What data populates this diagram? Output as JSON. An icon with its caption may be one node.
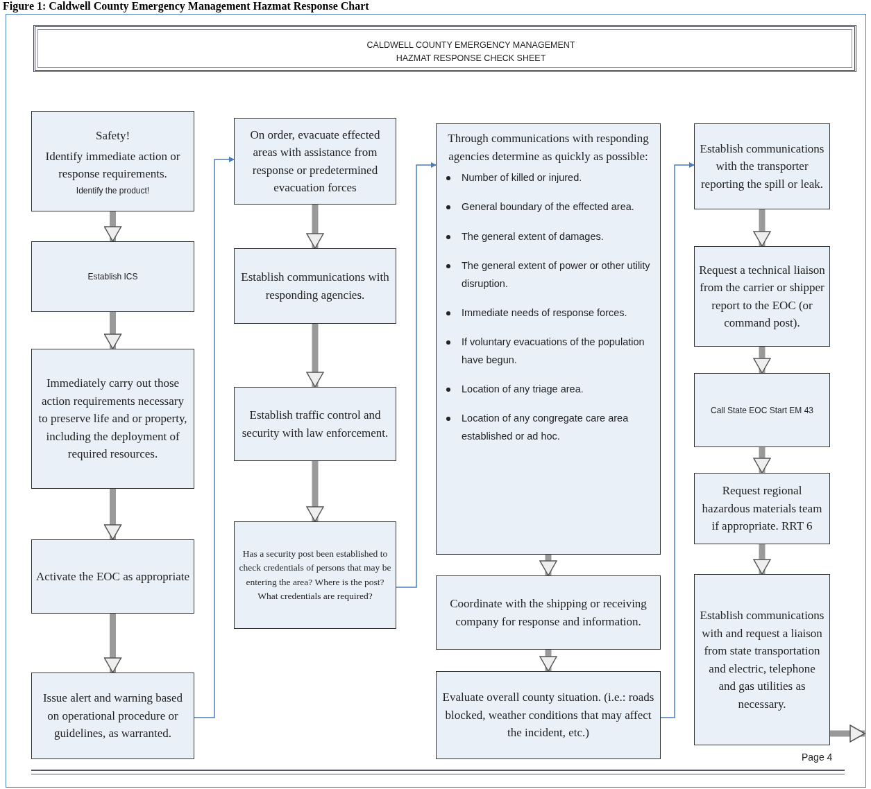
{
  "diagram": {
    "title": "CALDWELL COUNTY EMERGENCY MANAGEMENT HAZMAT RESPONSE CHECK SHEET",
    "caption": "Figure 1: Caldwell County Emergency Management Hazmat Response Chart",
    "nodes": [
      {
        "text": [
          "Safety!",
          "Identify immediate action or response requirements.",
          "Identify the product!"
        ]
      },
      {
        "text": [
          "Establish ICS"
        ]
      },
      {
        "text": [
          "Immediately carry out those action requirements necessary to preserve life and or property, including the deployment of required resources."
        ]
      },
      {
        "text": [
          "Activate the EOC as appropriate"
        ]
      },
      {
        "text": [
          "Issue alert and warning based on operational procedure or guidelines, as warranted."
        ]
      },
      {
        "text": [
          "On order, evacuate effected areas with assistance from response or predetermined evacuation forces"
        ]
      },
      {
        "text": [
          "Establish communications with responding agencies."
        ]
      },
      {
        "text": [
          "Establish traffic control and security with law enforcement."
        ]
      },
      {
        "text": [
          "Has a security post been established to check credentials of persons that may be entering the area? Where is the post? What credentials are required?"
        ]
      },
      {
        "text": [
          "Through communications with responding agencies determine as quickly as possible:",
          "Number of killed or injured.",
          "General boundary of the effected area.",
          "The general extent of damages.",
          "The general extent of power or other utility disruption.",
          "Immediate needs of response forces.",
          "If voluntary evacuations of the population have begun.",
          "Location of any triage area.",
          "Location of any congregate care area established or ad hoc."
        ]
      },
      {
        "text": [
          "Coordinate with the shipping or receiving company for response and information."
        ]
      },
      {
        "text": [
          "Evaluate overall county situation. (i.e.: roads blocked, weather conditions that may affect the incident, etc.)"
        ]
      },
      {
        "text": [
          "Establish communications with the transporter reporting the spill or leak."
        ]
      },
      {
        "text": [
          "Request a technical liaison from the carrier or shipper report to the EOC (or command post)."
        ]
      },
      {
        "text": [
          "Call State EOC Start EM 43"
        ]
      },
      {
        "text": [
          "Request regional hazardous materials team if appropriate. RRT 6"
        ]
      },
      {
        "text": [
          "Establish communications with and request a liaison from state transportation and electric, telephone and gas utilities as necessary."
        ]
      }
    ],
    "edges": [
      {
        "from": 0,
        "to": 1,
        "arrow": "to"
      },
      {
        "from": 1,
        "to": 2,
        "arrow": "to"
      },
      {
        "from": 2,
        "to": 3,
        "arrow": "to"
      },
      {
        "from": 3,
        "to": 4,
        "arrow": "to"
      },
      {
        "from": 4,
        "to": 5,
        "arrow": "to",
        "color": "#4a7ebb"
      },
      {
        "from": 5,
        "to": 6,
        "arrow": "to"
      },
      {
        "from": 6,
        "to": 7,
        "arrow": "to"
      },
      {
        "from": 7,
        "to": 8,
        "arrow": "to"
      },
      {
        "from": 8,
        "to": 9,
        "arrow": "to",
        "color": "#4a7ebb"
      },
      {
        "from": 9,
        "to": 10,
        "arrow": "to"
      },
      {
        "from": 10,
        "to": 11,
        "arrow": "to"
      },
      {
        "from": 11,
        "to": 12,
        "arrow": "to",
        "color": "#4a7ebb"
      },
      {
        "from": 12,
        "to": 13,
        "arrow": "to"
      },
      {
        "from": 13,
        "to": 14,
        "arrow": "to"
      },
      {
        "from": 14,
        "to": 15,
        "arrow": "to"
      },
      {
        "from": 15,
        "to": 16,
        "arrow": "to"
      },
      {
        "from": 16,
        "to": null,
        "arrow": "to"
      }
    ],
    "labels": [
      "Page 4"
    ]
  }
}
